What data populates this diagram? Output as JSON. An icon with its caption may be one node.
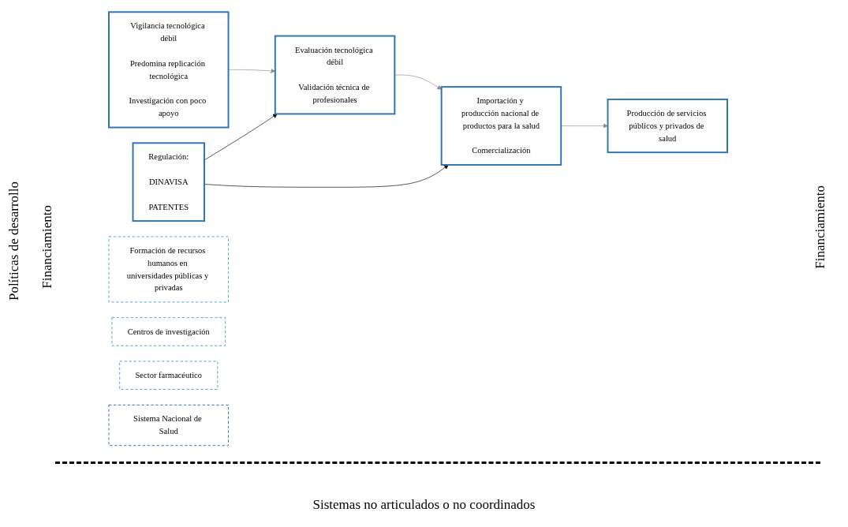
{
  "diagram": {
    "nodes": [
      {
        "text": [
          "Vigilancia tecnológica débil",
          "Predomina replicación tecnológica",
          "Investigación con poco apoyo"
        ]
      },
      {
        "text": [
          "Evaluación tecnológica débil",
          "Validación técnica de profesionales"
        ]
      },
      {
        "text": [
          "Regulación:",
          "DINAVISA",
          "PATENTES"
        ]
      },
      {
        "text": [
          "Importación y producción nacional de productos para la salud",
          "Comercialización"
        ]
      },
      {
        "text": [
          "Producción de servicios públicos y privados de salud"
        ]
      },
      {
        "text": [
          "Formación de recursos humanos en universidades públicas y privadas"
        ]
      },
      {
        "text": [
          "Centros de investigación"
        ]
      },
      {
        "text": [
          "Sector farmacéutico"
        ]
      },
      {
        "text": [
          "Sistema Nacional de Salud"
        ]
      }
    ],
    "edges": [
      {
        "from": 0,
        "to": 1,
        "arrow": "to"
      },
      {
        "from": 1,
        "to": 3,
        "arrow": "to"
      },
      {
        "from": 3,
        "to": 4,
        "arrow": "to"
      },
      {
        "from": 2,
        "to": 1,
        "arrow": "to",
        "color": "#000000"
      },
      {
        "from": 2,
        "to": 3,
        "arrow": "to",
        "color": "#000000"
      }
    ],
    "labels": [
      "Políticas de desarrollo",
      "Financiamiento",
      "Financiamiento",
      "Sistemas no articulados o no coordinados"
    ]
  }
}
